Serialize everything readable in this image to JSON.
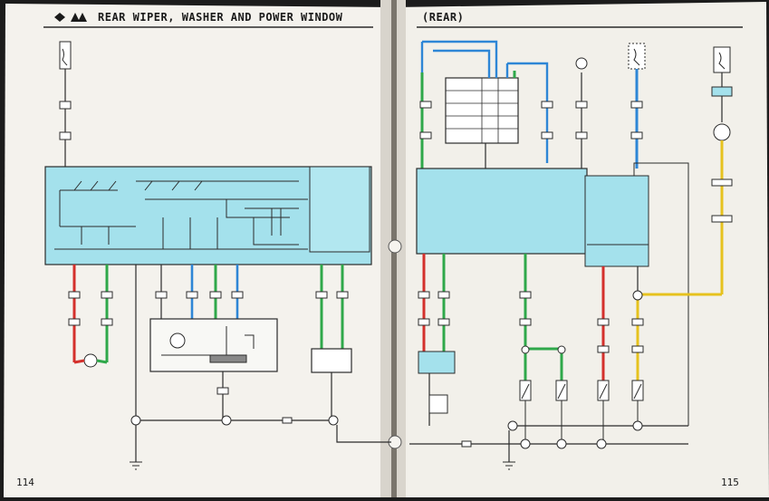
{
  "left_page": {
    "title": "REAR WIPER, WASHER AND POWER WINDOW",
    "page_number": "114"
  },
  "right_page": {
    "title_suffix": "(REAR)",
    "page_number": "115"
  },
  "colors": {
    "paper": "#f3f1ec",
    "ink": "#2b2b2b",
    "relay_fill": "#9fe0ec",
    "wire_red": "#d4302c",
    "wire_green": "#2fa84a",
    "wire_blue": "#2e86d6",
    "wire_yellow": "#e6c21e",
    "wire_black": "#222222"
  }
}
